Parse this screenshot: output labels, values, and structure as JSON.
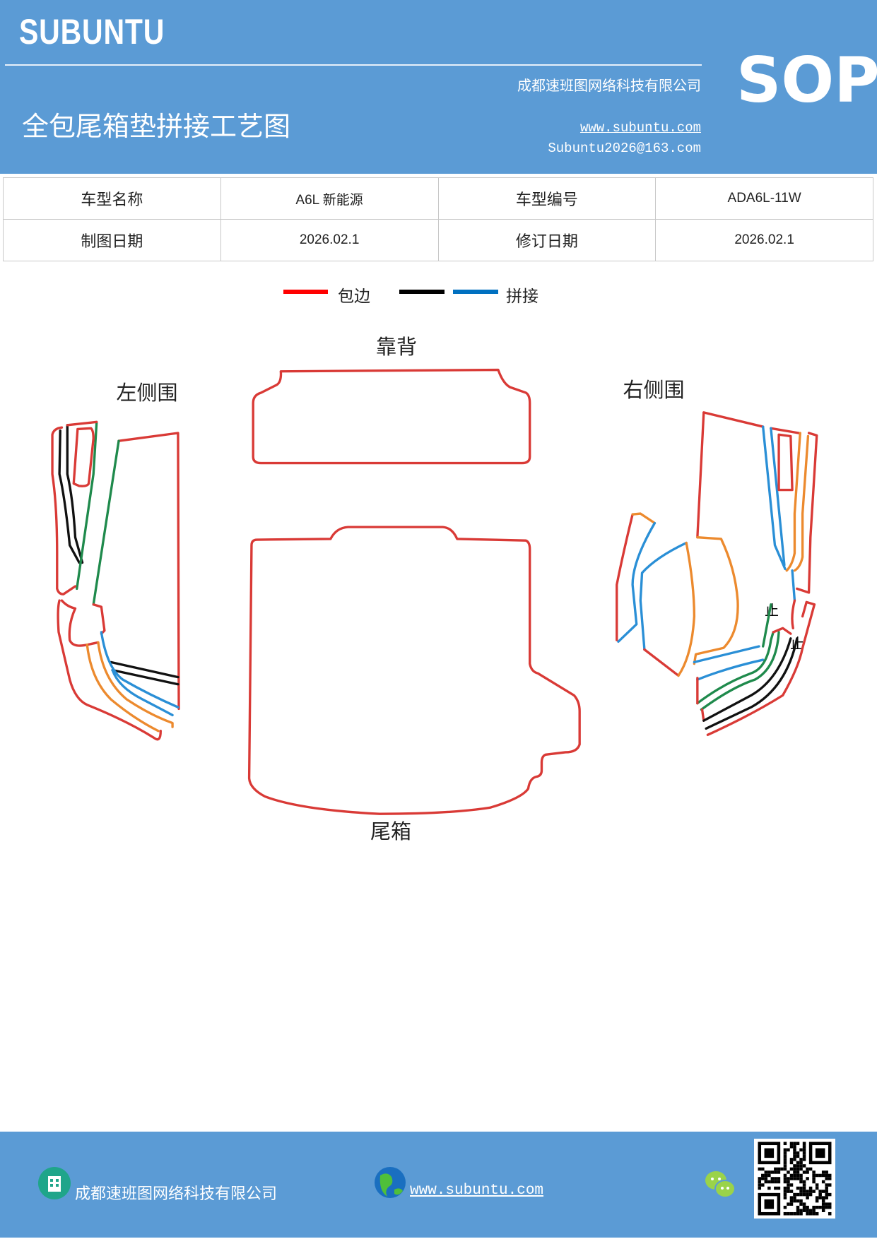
{
  "header": {
    "brand": "SUBUNTU",
    "company": "成都速班图网络科技有限公司",
    "badge": "SOP",
    "title": "全包尾箱垫拼接工艺图",
    "website": "www.subuntu.com",
    "email": "Subuntu2026@163.com",
    "background_color": "#5b9bd5"
  },
  "info_table": {
    "rows": [
      [
        {
          "k": "车型名称"
        },
        {
          "v": "A6L 新能源"
        },
        {
          "k": "车型编号"
        },
        {
          "v": "ADA6L-11W"
        }
      ],
      [
        {
          "k": "制图日期"
        },
        {
          "v": "2026.02.1"
        },
        {
          "k": "修订日期"
        },
        {
          "v": "2026.02.1"
        }
      ]
    ]
  },
  "legend": [
    {
      "label": "包边",
      "color": "#ff0000"
    },
    {
      "label": "",
      "color": "#000000"
    },
    {
      "label": "拼接",
      "color": "#0070c0"
    }
  ],
  "parts": {
    "backrest": "靠背",
    "left_side": "左侧围",
    "right_side": "右侧围",
    "trunk": "尾箱",
    "stop_mark_1": "止",
    "stop_mark_2": "止"
  },
  "line_colors": {
    "edge": "#d93a36",
    "green": "#1f8a4c",
    "orange": "#ec8a2e",
    "blue": "#2a8fd6",
    "black": "#111111"
  },
  "footer": {
    "company": "成都速班图网络科技有限公司",
    "website": "www.subuntu.com",
    "icons": [
      "building-icon",
      "globe-icon",
      "wechat-icon",
      "qr-code"
    ]
  }
}
